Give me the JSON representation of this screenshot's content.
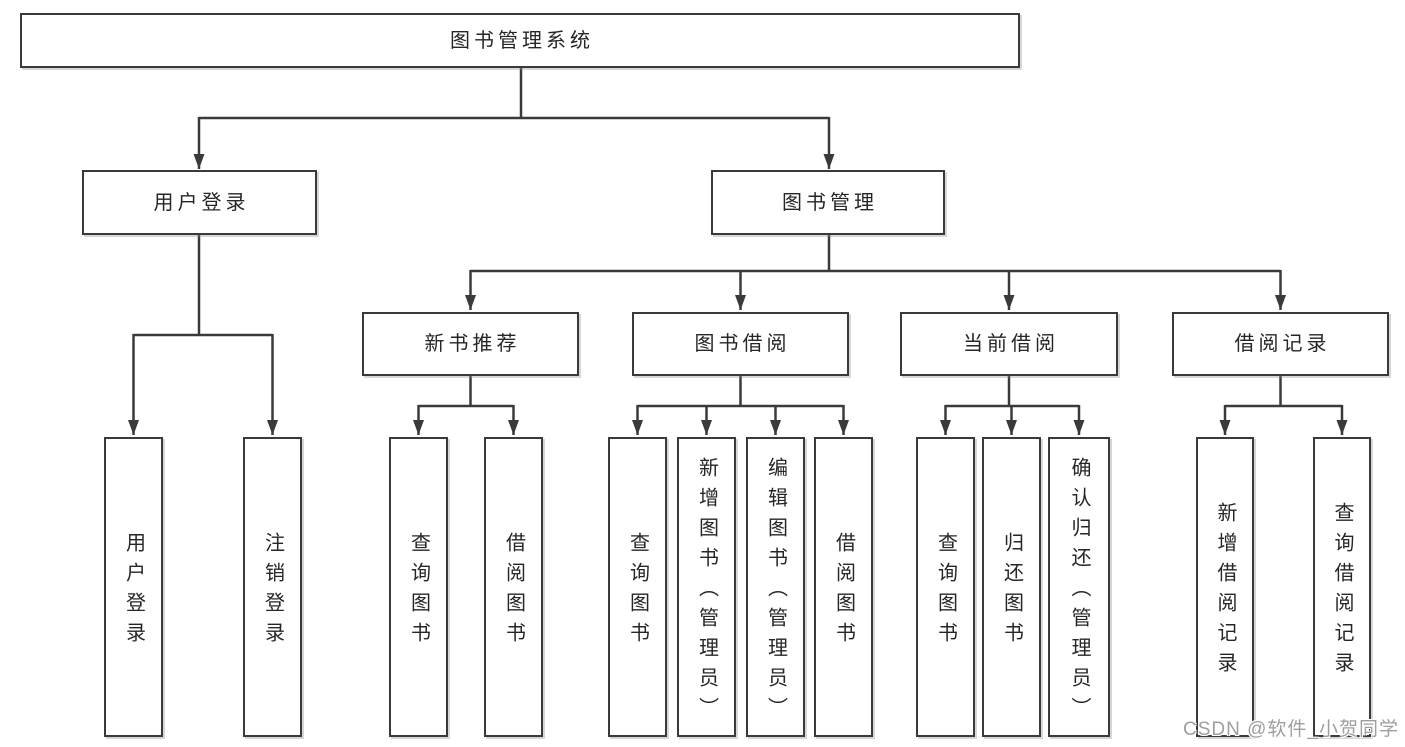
{
  "diagram": {
    "root": {
      "label": "图书管理系统",
      "children": [
        {
          "label": "用户登录",
          "children": [
            {
              "label": "用户登录"
            },
            {
              "label": "注销登录"
            }
          ]
        },
        {
          "label": "图书管理",
          "children": [
            {
              "label": "新书推荐",
              "children": [
                {
                  "label": "查询图书"
                },
                {
                  "label": "借阅图书"
                }
              ]
            },
            {
              "label": "图书借阅",
              "children": [
                {
                  "label": "查询图书"
                },
                {
                  "label": "新增图书（管理员）"
                },
                {
                  "label": "编辑图书（管理员）"
                },
                {
                  "label": "借阅图书"
                }
              ]
            },
            {
              "label": "当前借阅",
              "children": [
                {
                  "label": "查询图书"
                },
                {
                  "label": "归还图书"
                },
                {
                  "label": "确认归还（管理员）"
                }
              ]
            },
            {
              "label": "借阅记录",
              "children": [
                {
                  "label": "新增借阅记录"
                },
                {
                  "label": "查询借阅记录"
                }
              ]
            }
          ]
        }
      ]
    }
  },
  "watermark": {
    "text": "CSDN @软件_小贺同学"
  },
  "colors": {
    "line": "#3a3a3a",
    "border": "#3a3a3a",
    "text": "#262626",
    "watermark": "#9e9e9e",
    "background": "#ffffff"
  }
}
